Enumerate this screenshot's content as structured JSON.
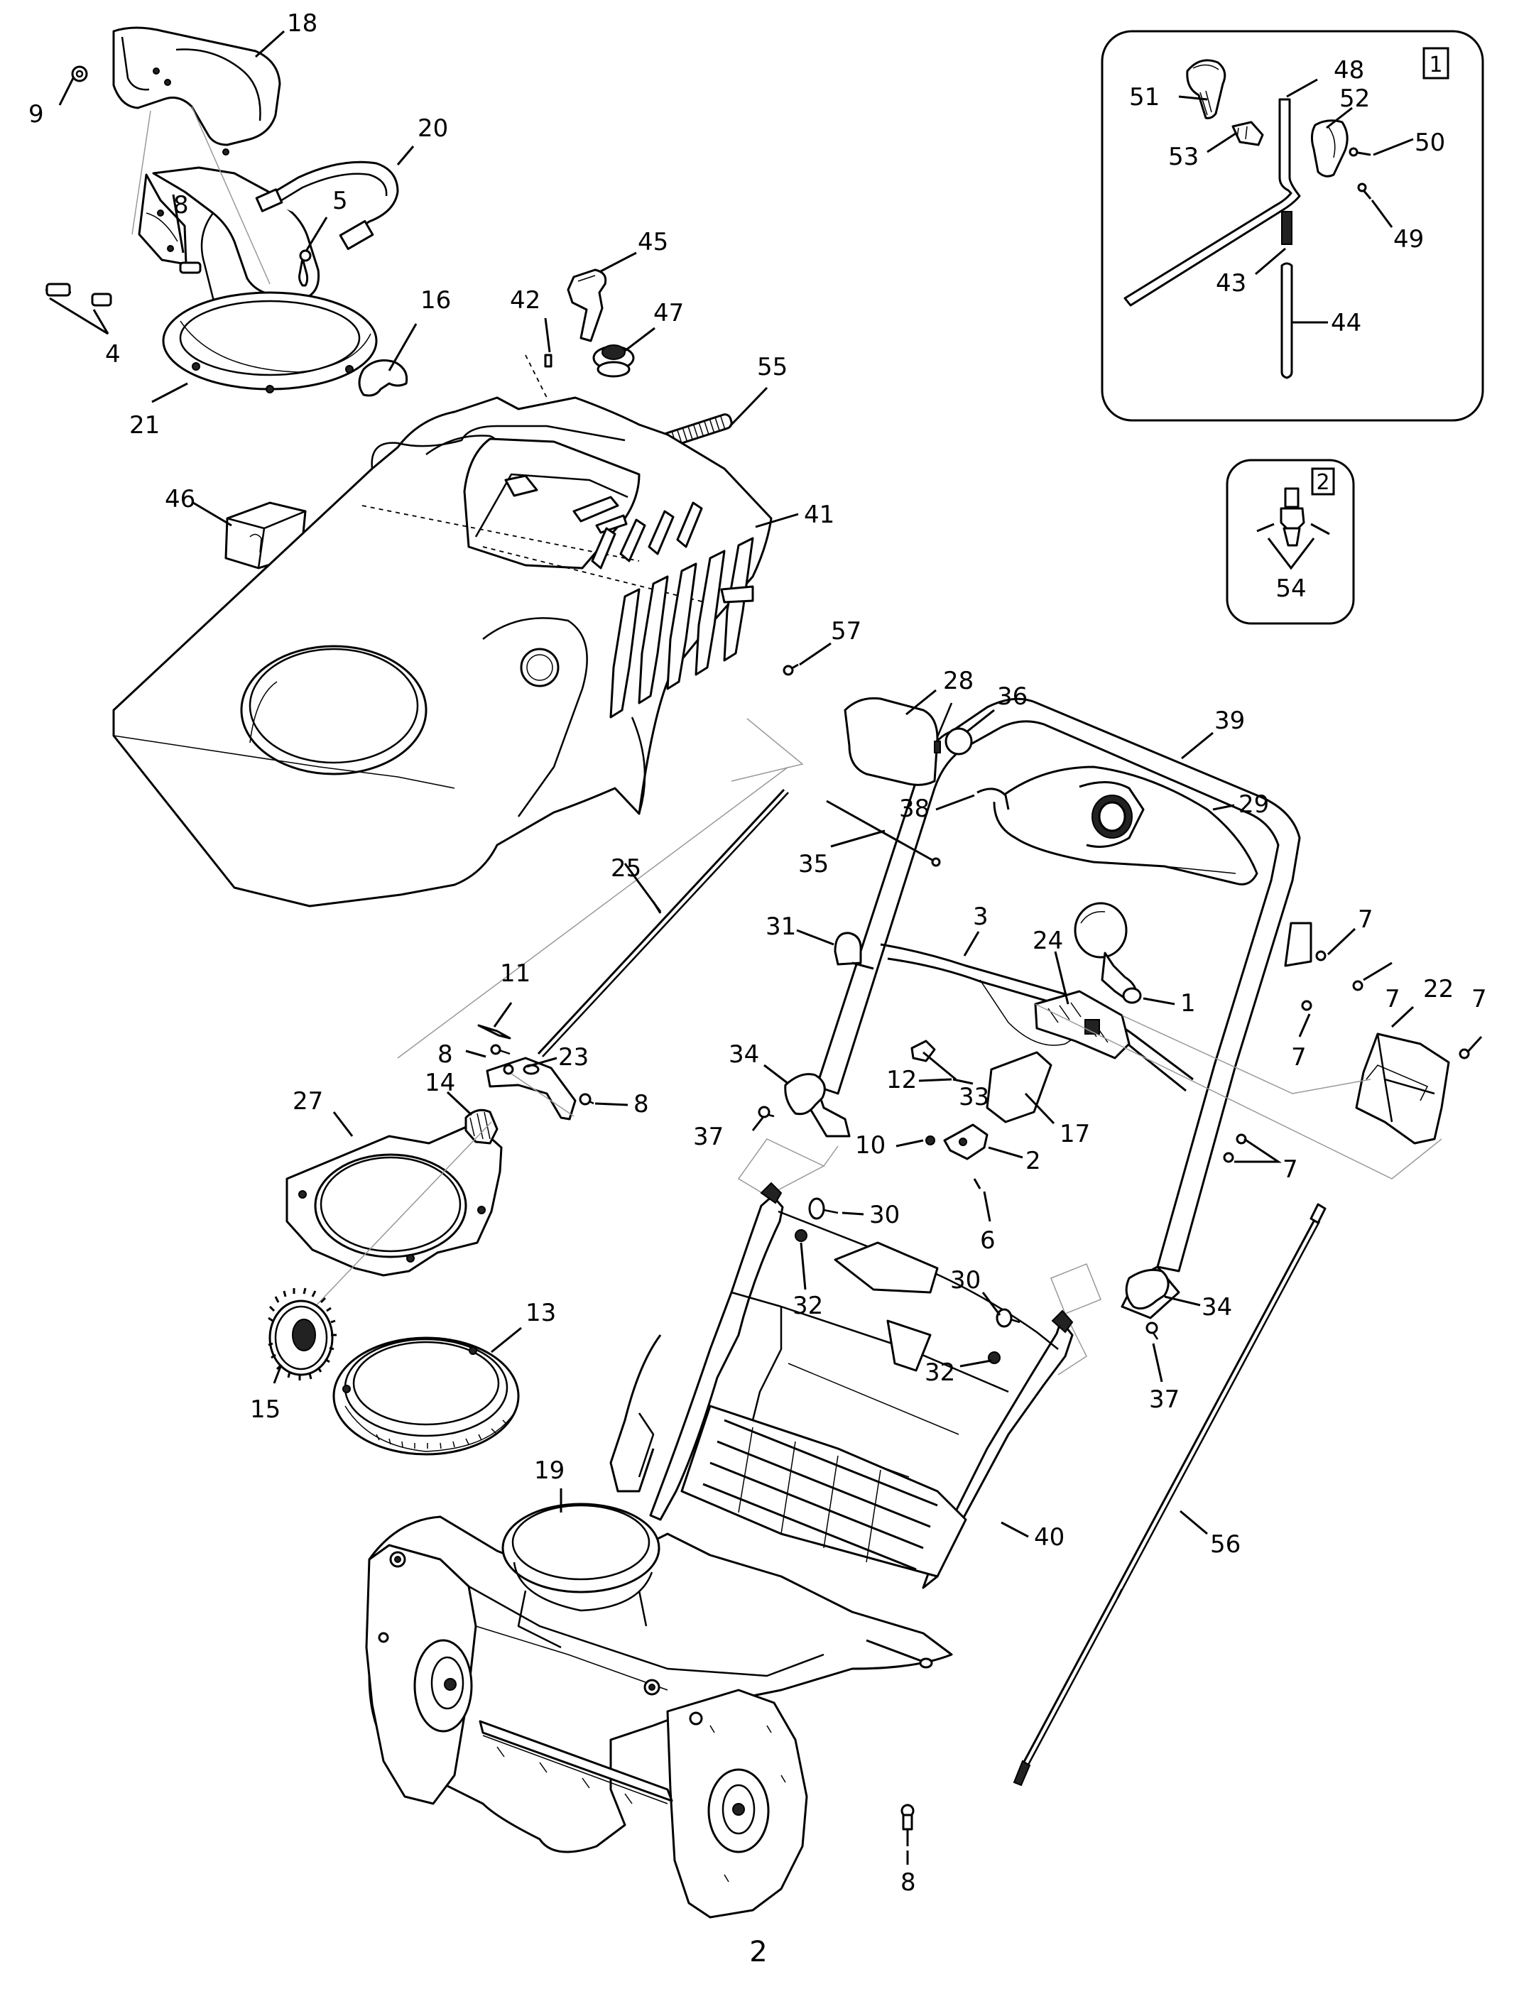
{
  "labels": {
    "p1": "1",
    "p2": "2",
    "p3": "3",
    "p4": "4",
    "p5": "5",
    "p6": "6",
    "p7": "7",
    "p8": "8",
    "p9": "9",
    "p10": "10",
    "p11": "11",
    "p12": "12",
    "p13": "13",
    "p14": "14",
    "p15": "15",
    "p16": "16",
    "p17": "17",
    "p18": "18",
    "p19": "19",
    "p20": "20",
    "p21": "21",
    "p22": "22",
    "p23": "23",
    "p24": "24",
    "p25": "25",
    "p27": "27",
    "p28": "28",
    "p29": "29",
    "p30": "30",
    "p31": "31",
    "p32": "32",
    "p33": "33",
    "p34": "34",
    "p35": "35",
    "p36": "36",
    "p37": "37",
    "p38": "38",
    "p39": "39",
    "p40": "40",
    "p41": "41",
    "p42": "42",
    "p43": "43",
    "p44": "44",
    "p45": "45",
    "p46": "46",
    "p47": "47",
    "p48": "48",
    "p49": "49",
    "p50": "50",
    "p51": "51",
    "p52": "52",
    "p53": "53",
    "p54": "54",
    "p55": "55",
    "p56": "56",
    "p57": "57"
  },
  "insets": {
    "box1": "1",
    "box2": "2"
  },
  "page_number": "2"
}
